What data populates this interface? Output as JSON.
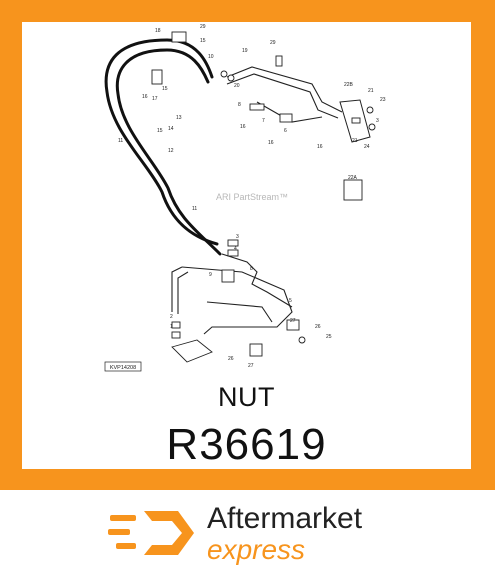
{
  "product": {
    "name": "NUT",
    "number": "R36619"
  },
  "diagram": {
    "watermark": "ARI PartStream™",
    "code": "KVP14208",
    "callouts": [
      "18",
      "29",
      "15",
      "10",
      "19",
      "29",
      "20",
      "22B",
      "21",
      "23",
      "16",
      "17",
      "15",
      "13",
      "14",
      "15",
      "8",
      "7",
      "6",
      "16",
      "16",
      "16",
      "21",
      "3",
      "24",
      "12",
      "11",
      "11",
      "22A",
      "3",
      "4",
      "8",
      "9",
      "5",
      "2",
      "1",
      "27",
      "26",
      "25",
      "26",
      "27"
    ]
  },
  "brand": {
    "line1": "Aftermarket",
    "line2": "express",
    "accent": "#f7941d"
  },
  "colors": {
    "frame": "#f7941d",
    "card": "#ffffff",
    "text": "#111111"
  }
}
